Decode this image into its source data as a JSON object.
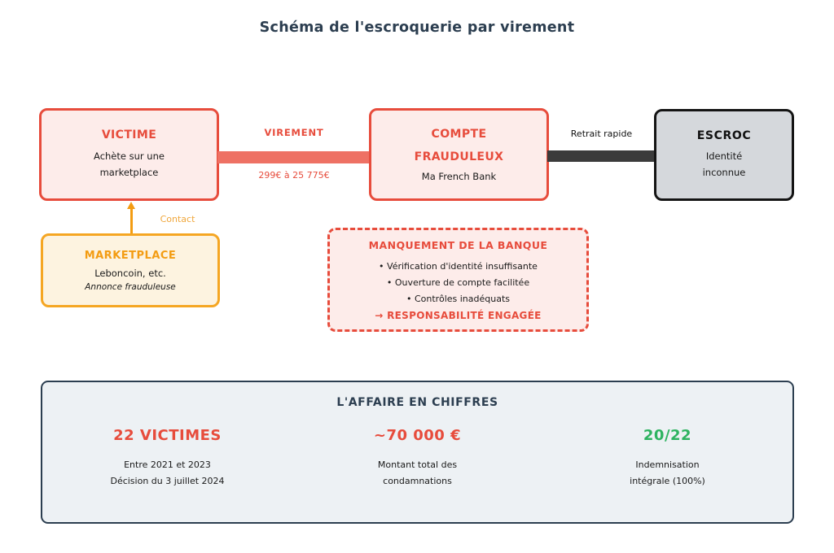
{
  "title": "Schéma de l'escroquerie par virement",
  "colors": {
    "navy": "#2c3e50",
    "red": "#e74c3c",
    "salmon_bar": "#ee7164",
    "dark_bar": "#3b3b3b",
    "orange": "#f39c12",
    "contact_orange": "#f0a73c",
    "green": "#2eb360",
    "pink_fill": "#fdecea",
    "cream_fill": "#fdf3e0",
    "gray_fill": "#d5d8dc",
    "stats_fill": "#edf1f4"
  },
  "nodes": {
    "victime": {
      "title": "VICTIME",
      "line1": "Achète sur une",
      "line2": "marketplace"
    },
    "compte": {
      "title_line1": "COMPTE",
      "title_line2": "FRAUDULEUX",
      "subtitle": "Ma French Bank"
    },
    "escroc": {
      "title": "ESCROC",
      "line1": "Identité",
      "line2": "inconnue"
    },
    "marketplace": {
      "title": "MARKETPLACE",
      "line1": "Leboncoin, etc.",
      "line2": "Annonce frauduleuse"
    }
  },
  "edges": {
    "virement": {
      "label": "VIREMENT",
      "amount": "299€ à 25 775€"
    },
    "retrait": {
      "label": "Retrait rapide"
    },
    "contact": {
      "label": "Contact"
    }
  },
  "manquement": {
    "title": "MANQUEMENT DE LA BANQUE",
    "bullets": [
      "• Vérification d'identité insuffisante",
      "• Ouverture de compte facilitée",
      "• Contrôles inadéquats"
    ],
    "conclusion": "→ RESPONSABILITÉ ENGAGÉE"
  },
  "stats": {
    "title": "L'AFFAIRE EN CHIFFRES",
    "items": [
      {
        "value": "22 VICTIMES",
        "color": "#e74c3c",
        "line1": "Entre 2021 et 2023",
        "line2": "Décision du 3 juillet 2024"
      },
      {
        "value": "~70 000 €",
        "color": "#e74c3c",
        "line1": "Montant total des",
        "line2": "condamnations"
      },
      {
        "value": "20/22",
        "color": "#2eb360",
        "line1": "Indemnisation",
        "line2": "intégrale (100%)"
      }
    ]
  }
}
